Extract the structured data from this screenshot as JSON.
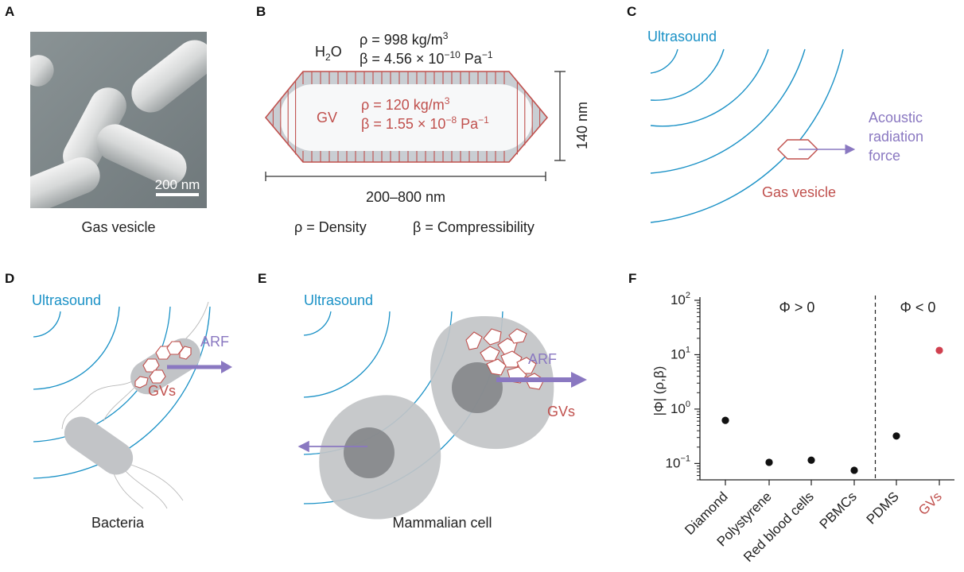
{
  "panels": {
    "A": {
      "letter": "A",
      "caption": "Gas vesicle",
      "scale_bar": "200 nm"
    },
    "B": {
      "letter": "B",
      "water": "H",
      "water_sub": "2",
      "water_end": "O",
      "water_rho": "ρ = 998 kg/m",
      "water_rho_sup": "3",
      "water_beta": "β = 4.56 × 10",
      "water_beta_sup": "−10",
      "water_beta_unit": " Pa",
      "water_beta_unit_sup": "−1",
      "gv_label": "GV",
      "gv_rho": "ρ = 120 kg/m",
      "gv_rho_sup": "3",
      "gv_beta": "β = 1.55 × 10",
      "gv_beta_sup": "−8",
      "gv_beta_unit": " Pa",
      "gv_beta_unit_sup": "−1",
      "height": "140 nm",
      "length": "200–800 nm",
      "legend_rho": "ρ = Density",
      "legend_beta": "β = Compressibility"
    },
    "C": {
      "letter": "C",
      "ultrasound": "Ultrasound",
      "force_1": "Acoustic",
      "force_2": "radiation",
      "force_3": "force",
      "gas_vesicle": "Gas vesicle"
    },
    "D": {
      "letter": "D",
      "ultrasound": "Ultrasound",
      "arf": "ARF",
      "gvs": "GVs",
      "caption": "Bacteria"
    },
    "E": {
      "letter": "E",
      "ultrasound": "Ultrasound",
      "arf": "ARF",
      "gvs": "GVs",
      "caption": "Mammalian cell"
    },
    "F": {
      "letter": "F"
    }
  },
  "colors": {
    "ultrasound": "#1a91c6",
    "gv": "#c0504d",
    "arf": "#8a78c1",
    "cell": "#c2c4c7",
    "nucleus": "#808286"
  },
  "chart_data": {
    "type": "scatter",
    "ylabel": "|Φ| (ρ,β)",
    "yscale": "log",
    "ylim": [
      0.05,
      100
    ],
    "yticks": [
      {
        "value": 100,
        "base": "10",
        "exp": "2"
      },
      {
        "value": 10,
        "base": "10",
        "exp": "1"
      },
      {
        "value": 1,
        "base": "10",
        "exp": "0"
      },
      {
        "value": 0.1,
        "base": "10",
        "exp": "−1"
      }
    ],
    "categories": [
      "Diamond",
      "Polystyrene",
      "Red blood cells",
      "PBMCs",
      "PDMS",
      "GVs"
    ],
    "values": [
      0.62,
      0.105,
      0.115,
      0.075,
      0.32,
      12
    ],
    "point_colors": [
      "#111111",
      "#111111",
      "#111111",
      "#111111",
      "#111111",
      "#d0404f"
    ],
    "label_colors": [
      "#222222",
      "#222222",
      "#222222",
      "#222222",
      "#222222",
      "#c0504d"
    ],
    "region_labels": [
      "Φ > 0",
      "Φ < 0"
    ],
    "divider_after_index": 3
  }
}
